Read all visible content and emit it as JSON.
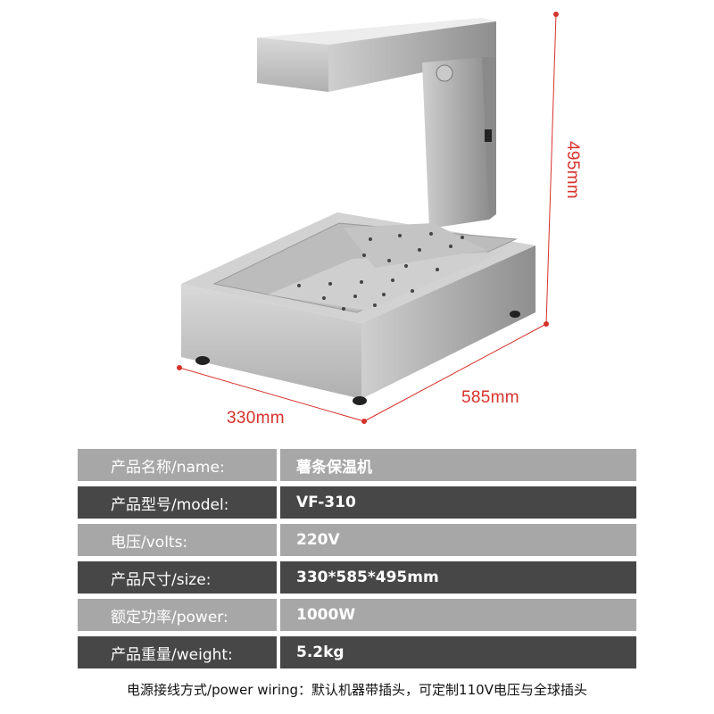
{
  "dimensions": {
    "width": "330mm",
    "depth": "585mm",
    "height": "495mm",
    "color": "#d6322b"
  },
  "specs": [
    {
      "label": "产品名称/name:",
      "value": "薯条保温机",
      "shade": "light"
    },
    {
      "label": "产品型号/model:",
      "value": "VF-310",
      "shade": "dark"
    },
    {
      "label": "电压/volts:",
      "value": "220V",
      "shade": "light"
    },
    {
      "label": "产品尺寸/size:",
      "value": "330*585*495mm",
      "shade": "dark"
    },
    {
      "label": "额定功率/power:",
      "value": "1000W",
      "shade": "light"
    },
    {
      "label": "产品重量/weight:",
      "value": "5.2kg",
      "shade": "dark"
    }
  ],
  "caption": "电源接线方式/power wiring：默认机器带插头，可定制110V电压与全球插头",
  "colors": {
    "row_light": "#a7a7a7",
    "row_dark": "#474747",
    "dimension_red": "#d6322b"
  }
}
